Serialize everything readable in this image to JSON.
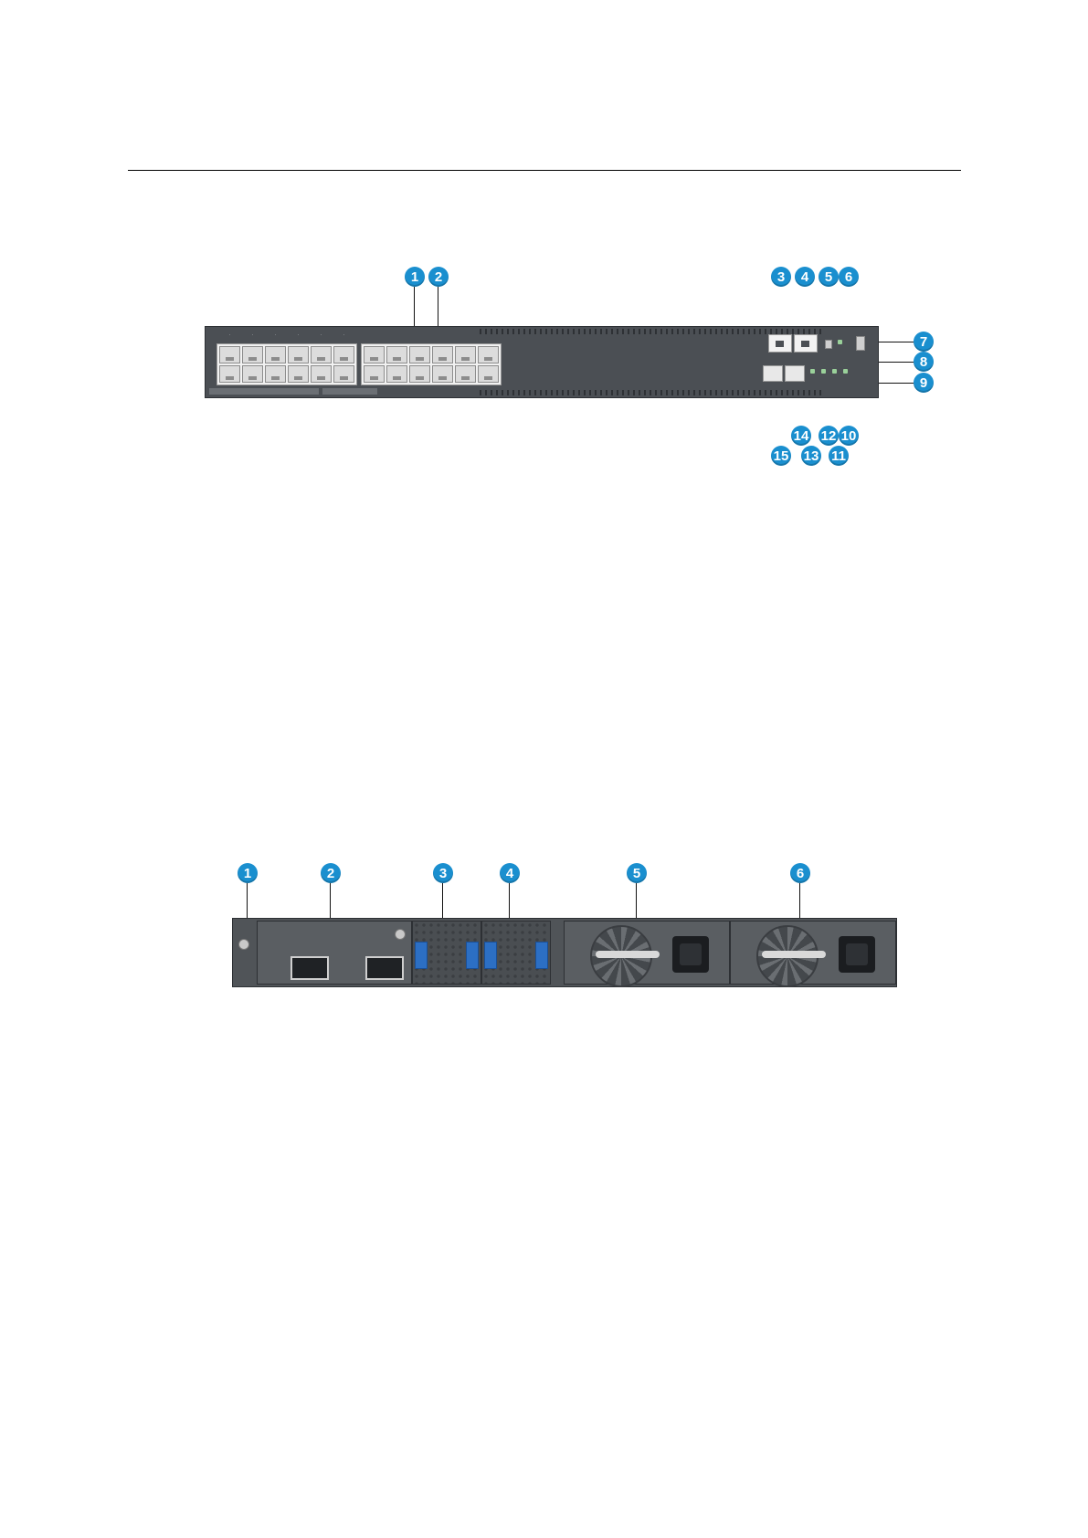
{
  "figures": {
    "front": {
      "callouts": [
        "1",
        "2",
        "3",
        "4",
        "5",
        "6",
        "7",
        "8",
        "9",
        "10",
        "11",
        "12",
        "13",
        "14",
        "15"
      ]
    },
    "rear": {
      "callouts": [
        "1",
        "2",
        "3",
        "4",
        "5",
        "6"
      ]
    }
  },
  "colors": {
    "callout": "#1a8fcf",
    "chassis": "#4b4f54",
    "fan_clip": "#2c6fc4"
  }
}
